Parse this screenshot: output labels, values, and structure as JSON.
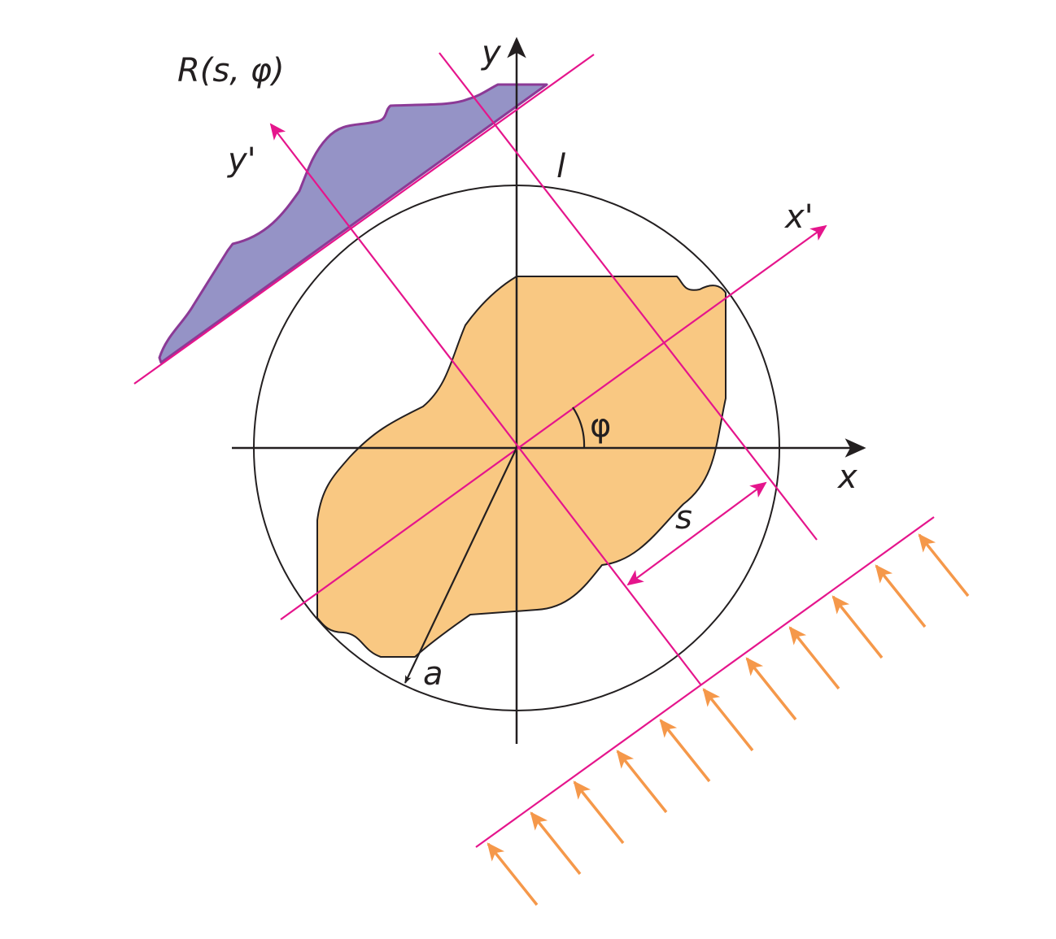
{
  "labels": {
    "projection": "R(s, φ)",
    "y_axis": "y",
    "x_axis": "x",
    "y_prime": "y'",
    "x_prime": "x'",
    "line": "l",
    "angle": "φ",
    "offset": "s",
    "radius": "a"
  },
  "colors": {
    "object_fill": "#f9c882",
    "projection_fill": "#9593c6",
    "projection_stroke": "#8b3a96",
    "rotated_axes": "#e5158c",
    "beam_arrows": "#f5984a",
    "axes": "#231f20"
  }
}
